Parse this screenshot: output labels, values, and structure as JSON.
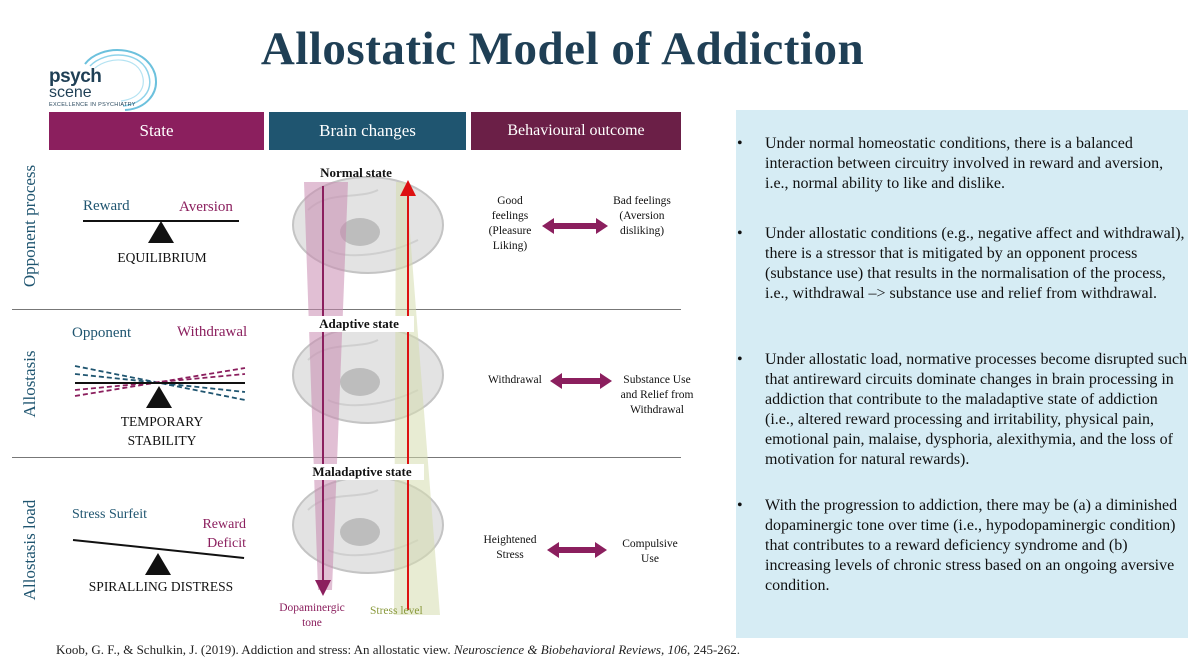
{
  "title": "Allostatic Model of Addiction",
  "logo": {
    "psych": "psych",
    "scene": "scene",
    "tagline": "EXCELLENCE IN PSYCHIATRY"
  },
  "headers": {
    "state": "State",
    "brain": "Brain changes",
    "behaviour": "Behavioural outcome"
  },
  "rows": [
    {
      "label": "Opponent process",
      "left_word": "Reward",
      "right_word": "Aversion",
      "balance_label": "EQUILIBRIUM",
      "brain_state": "Normal state",
      "outcome_left": "Good\nfeelings\n(Pleasure\nLiking)",
      "outcome_right": "Bad feelings\n(Aversion\ndisliking)"
    },
    {
      "label": "Allostasis",
      "left_word": "Opponent",
      "right_word": "Withdrawal",
      "balance_label": "TEMPORARY\nSTABILITY",
      "brain_state": "Adaptive state",
      "outcome_left": "Withdrawal",
      "outcome_right": "Substance Use\nand Relief from\nWithdrawal"
    },
    {
      "label": "Allostasis load",
      "left_word": "Stress Surfeit",
      "right_word": "Reward\nDeficit",
      "balance_label": "SPIRALLING DISTRESS",
      "brain_state": "Maladaptive state",
      "outcome_left": "Heightened\nStress",
      "outcome_right": "Compulsive\nUse"
    }
  ],
  "axis_labels": {
    "dopamine": "Dopaminergic\ntone",
    "stress": "Stress level"
  },
  "bullets": [
    "Under normal homeostatic conditions, there is a balanced interaction between circuitry involved in reward and aversion, i.e., normal ability to like and dislike.",
    "Under allostatic conditions (e.g., negative affect and withdrawal), there is a stressor that is mitigated by an opponent process (substance use) that results in the normalisation of the process, i.e., withdrawal –> substance use and relief from withdrawal.",
    "Under allostatic load, normative processes become disrupted such that antireward circuits dominate changes in brain processing in addiction that contribute to the maladaptive state of addiction (i.e., altered reward processing and irritability, physical pain, emotional pain, malaise, dysphoria, alexithymia, and the loss of motivation for natural rewards).",
    "With the progression to addiction, there may be (a) a diminished dopaminergic tone over time (i.e., hypodopaminergic condition) that contributes to a reward deficiency syndrome and (b) increasing levels of chronic stress based on an ongoing aversive condition."
  ],
  "bullet_symbol": "•",
  "citation": {
    "pre": "Koob, G. F., & Schulkin, J. (2019). Addiction and stress: An allostatic view. ",
    "journal": "Neuroscience & Biobehavioral Reviews, 106",
    "post": ", 245-262."
  },
  "colors": {
    "teal": "#1f5570",
    "plum": "#8b1f5e",
    "panel": "#d6ecf4"
  }
}
